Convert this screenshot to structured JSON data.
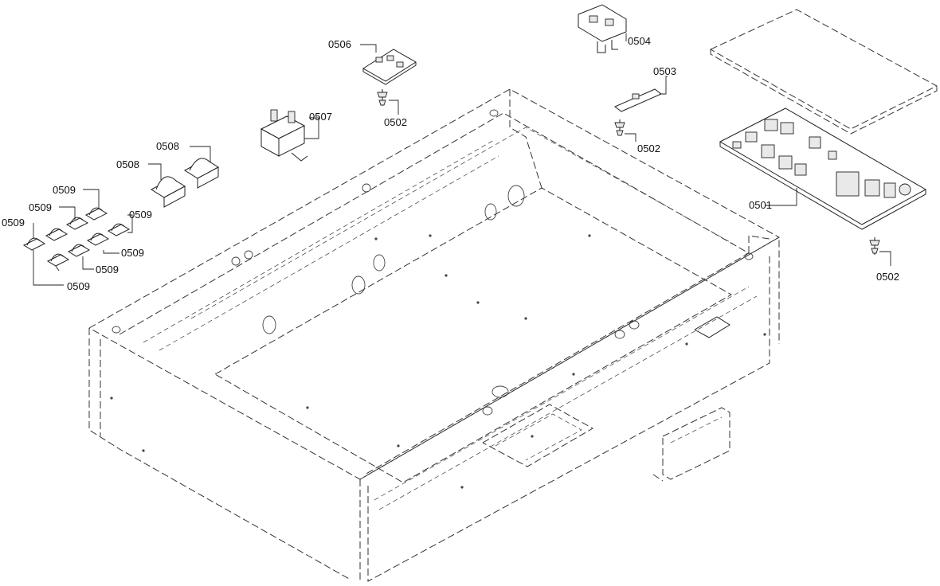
{
  "diagram": {
    "labels": {
      "p0501": "0501",
      "p0502a": "0502",
      "p0502b": "0502",
      "p0502c": "0502",
      "p0503": "0503",
      "p0504": "0504",
      "p0506": "0506",
      "p0507": "0507",
      "p0508a": "0508",
      "p0508b": "0508",
      "p0509a": "0509",
      "p0509b": "0509",
      "p0509c": "0509",
      "p0509d": "0509",
      "p0509e": "0509",
      "p0509f": "0509",
      "p0509g": "0509"
    }
  }
}
